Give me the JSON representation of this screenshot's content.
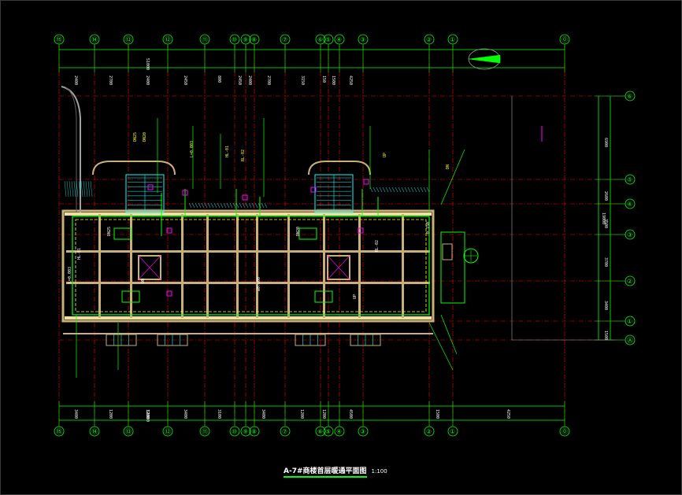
{
  "drawing": {
    "title": "A-7#商楼首层暖通平面图",
    "scale": "1:100"
  },
  "colors": {
    "background": "#000000",
    "grid_axis": "#ff0000",
    "axis_bubble": "#00ff00",
    "dimension_line": "#00ff00",
    "wall": "#c8b078",
    "wall_fill": "#f0e0a0",
    "pipe": "#00ff00",
    "pipe_secondary": "#ffff00",
    "equipment": "#ff00ff",
    "stair": "#00ffff",
    "text": "#ffffff",
    "duct": "#ff3030"
  },
  "axes": {
    "top_labels": [
      "⑮",
      "⑭",
      "⑬",
      "⑫",
      "⑪",
      "⑩",
      "⑨",
      "⑧",
      "⑦",
      "⑥",
      "⑤",
      "④",
      "③",
      "②",
      "①",
      "⓪"
    ],
    "bottom_labels": [
      "⑮",
      "⑭",
      "⑬",
      "⑫",
      "⑪",
      "⑩",
      "⑨",
      "⑧",
      "⑦",
      "⑥",
      "⑤",
      "④",
      "③",
      "②",
      "①",
      "⓪"
    ],
    "right_labels": [
      "⑥",
      "⑤",
      "④",
      "③",
      "②",
      "①",
      "Ⓐ"
    ]
  },
  "dimensions": {
    "top_total": "51000",
    "top_segments": [
      "2400",
      "2700",
      "2400",
      "2450",
      "800",
      "2450",
      "2400",
      "2700",
      "3150",
      "150",
      "1500",
      "4250"
    ],
    "bottom_total": "51000",
    "bottom_segments": [
      "3400",
      "1200",
      "1200",
      "3400",
      "3100",
      "3400",
      "1200",
      "1200",
      "4500",
      "1500",
      "4250"
    ],
    "right_total": "19000",
    "right_segments": [
      "6900",
      "2600",
      "3500",
      "3700",
      "3400",
      "1500"
    ]
  },
  "annotations": [
    "DN25",
    "DN20",
    "L=0.003",
    "HL-01",
    "RL-02",
    "UP",
    "DN",
    "±0.000",
    "-0.150"
  ]
}
